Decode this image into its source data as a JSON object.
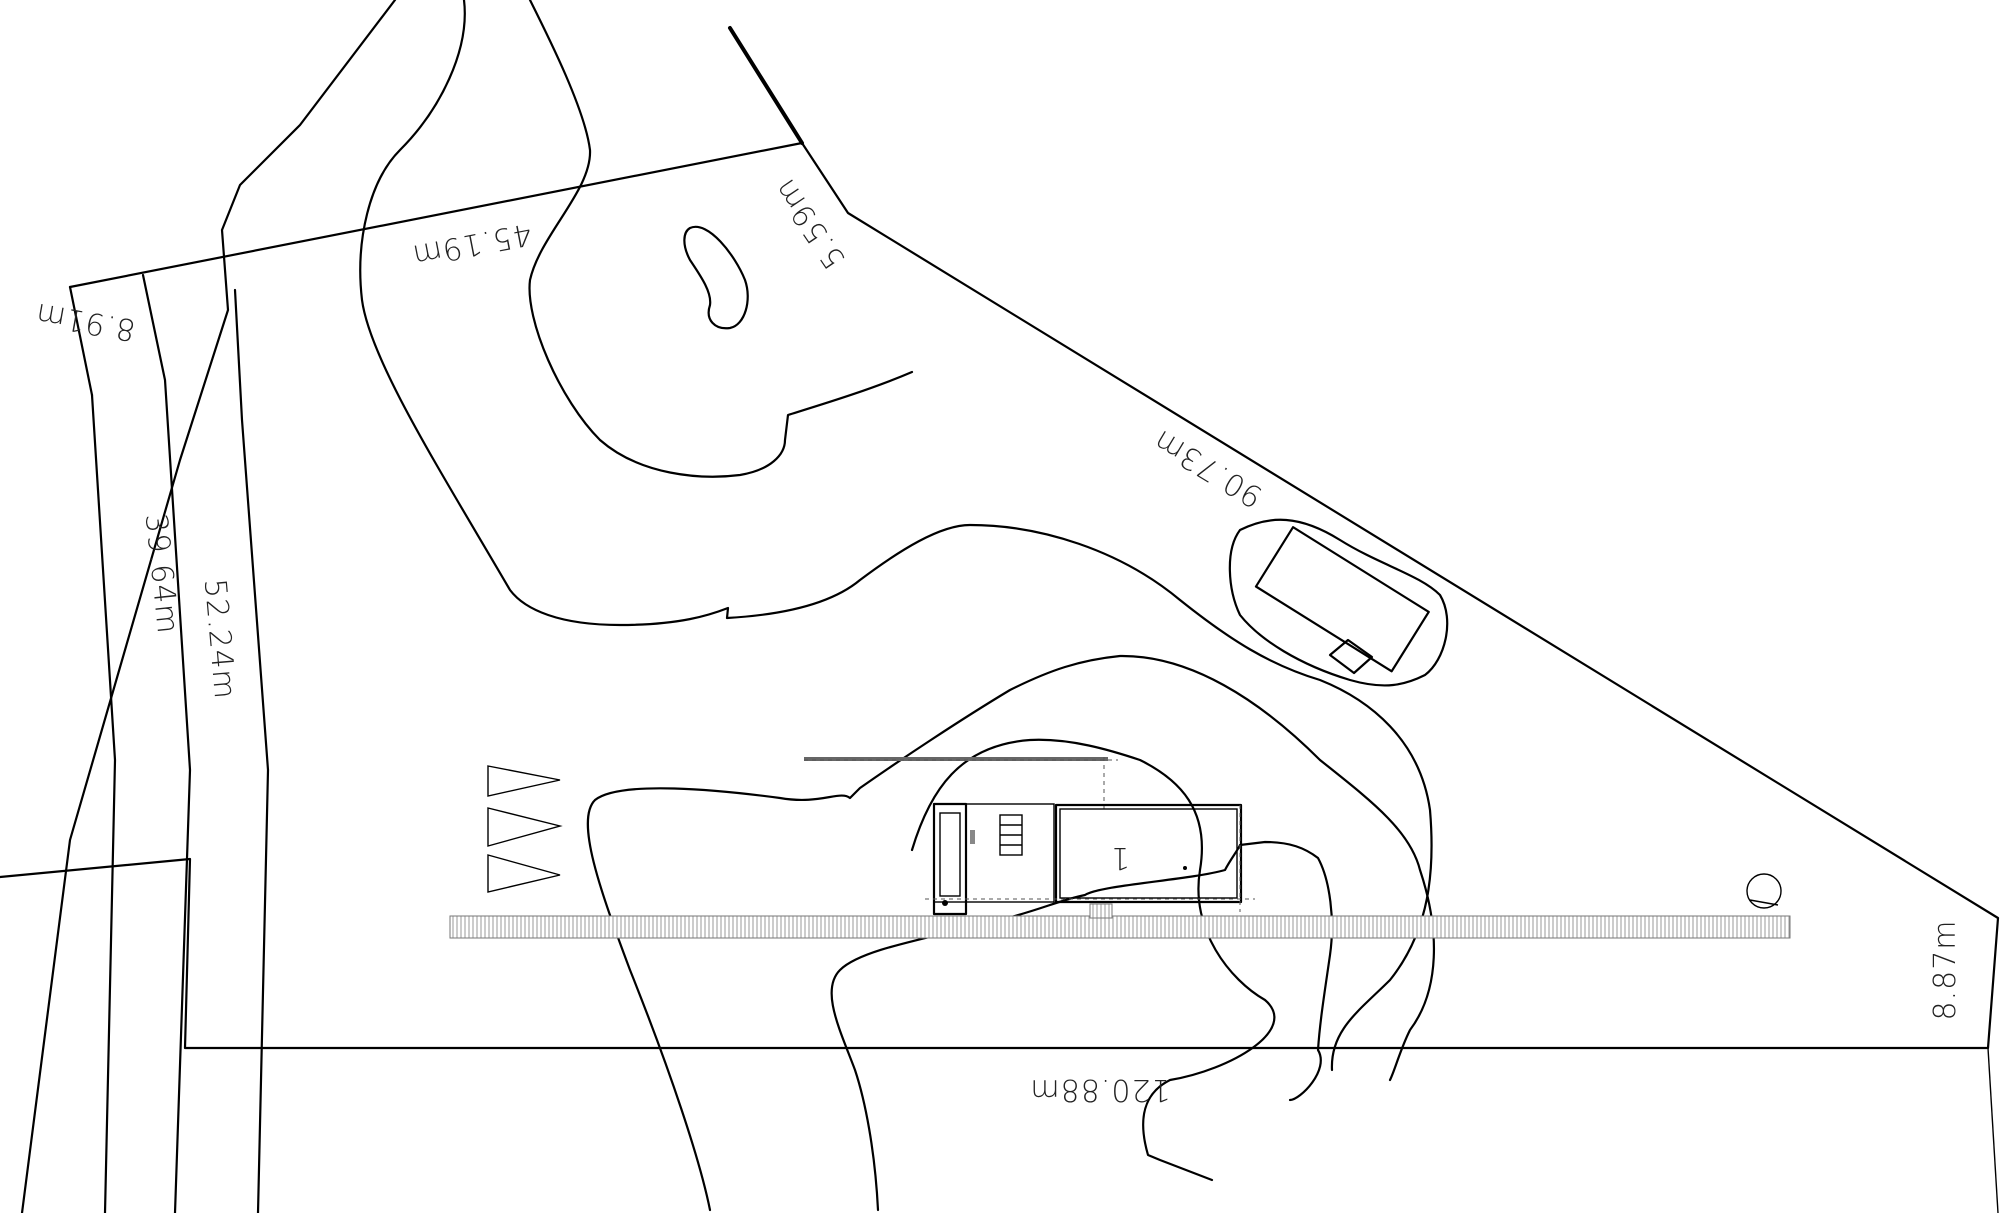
{
  "dimensions": {
    "top_edge": "45.19m",
    "top_right_edge": "5.59m",
    "diagonal_edge": "90.73m",
    "left_short_edge": "8.91m",
    "left_inner": "39.64m",
    "left_outer": "52.24m",
    "right_edge": "8.87m",
    "bottom_edge": "120.88m"
  },
  "building": {
    "marker": "1"
  },
  "colors": {
    "line": "#000000",
    "hatch": "#9a9a9a",
    "background": "#ffffff"
  }
}
